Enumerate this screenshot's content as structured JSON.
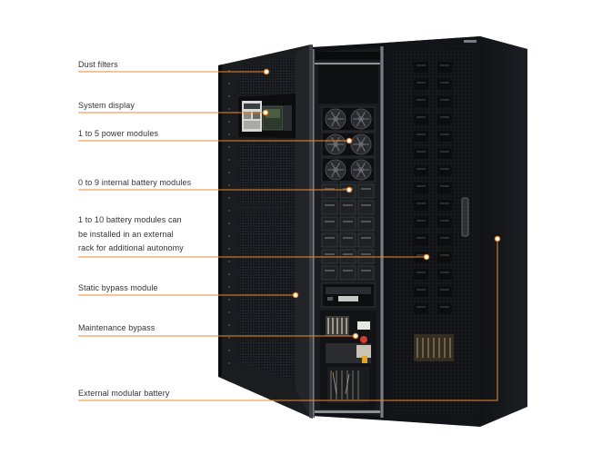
{
  "colors": {
    "background": "#ffffff",
    "callout": "#ee8a2c",
    "text": "#333333",
    "cabinet": "#16181b",
    "cabinet_dark": "#0c0d0f",
    "cabinet_edge": "#2b2e33"
  },
  "callouts": [
    {
      "id": "dust-filters",
      "lines": [
        "Dust filters"
      ]
    },
    {
      "id": "system-display",
      "lines": [
        "System display"
      ]
    },
    {
      "id": "power-modules",
      "lines": [
        "1 to 5 power modules"
      ]
    },
    {
      "id": "internal-battery",
      "lines": [
        "0 to 9 internal battery modules"
      ]
    },
    {
      "id": "external-rack",
      "lines": [
        "1 to 10 battery modules can",
        "be installed in an external",
        "rack for additional autonomy"
      ]
    },
    {
      "id": "static-bypass",
      "lines": [
        "Static bypass module"
      ]
    },
    {
      "id": "maintenance-bypass",
      "lines": [
        "Maintenance bypass"
      ]
    },
    {
      "id": "external-battery",
      "lines": [
        "External modular battery"
      ]
    }
  ]
}
